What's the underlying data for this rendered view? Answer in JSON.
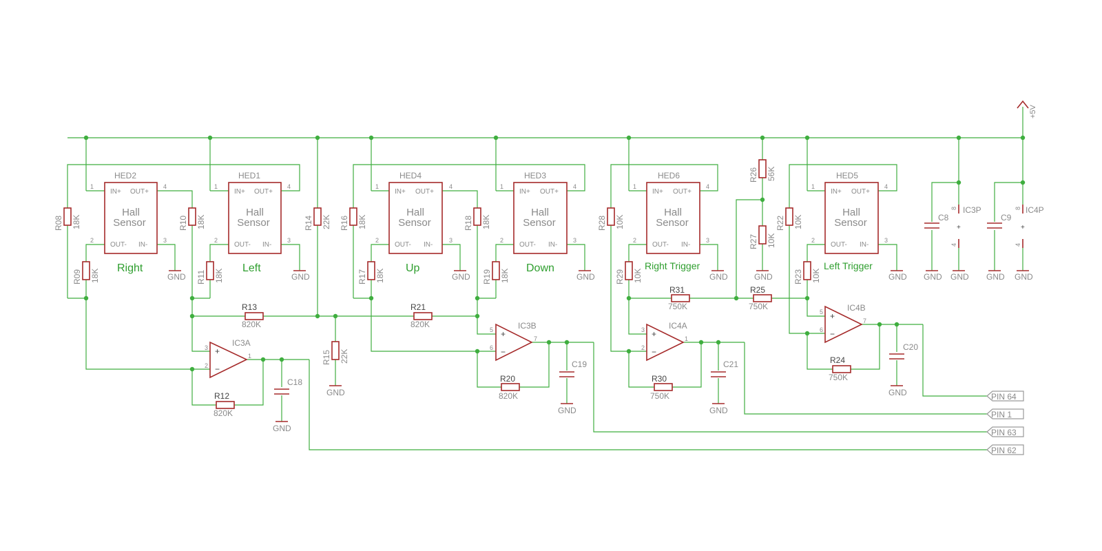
{
  "supply": "+5V",
  "ground": "GND",
  "sensor_text": {
    "line1": "Hall",
    "line2": "Sensor",
    "in_plus": "IN+",
    "out_plus": "OUT+",
    "out_minus": "OUT-",
    "in_minus": "IN-",
    "p1": "1",
    "p2": "2",
    "p3": "3",
    "p4": "4"
  },
  "sensors": [
    {
      "ref": "HED2",
      "label": "Right"
    },
    {
      "ref": "HED1",
      "label": "Left"
    },
    {
      "ref": "HED4",
      "label": "Up"
    },
    {
      "ref": "HED3",
      "label": "Down"
    },
    {
      "ref": "HED6",
      "label": "Right Trigger"
    },
    {
      "ref": "HED5",
      "label": "Left Trigger"
    }
  ],
  "resistors": [
    {
      "ref": "R08",
      "value": "18K"
    },
    {
      "ref": "R09",
      "value": "18K"
    },
    {
      "ref": "R10",
      "value": "18K"
    },
    {
      "ref": "R11",
      "value": "18K"
    },
    {
      "ref": "R14",
      "value": "22K"
    },
    {
      "ref": "R15",
      "value": "22K"
    },
    {
      "ref": "R16",
      "value": "18K"
    },
    {
      "ref": "R17",
      "value": "18K"
    },
    {
      "ref": "R18",
      "value": "18K"
    },
    {
      "ref": "R19",
      "value": "18K"
    },
    {
      "ref": "R28",
      "value": "10K"
    },
    {
      "ref": "R29",
      "value": "10K"
    },
    {
      "ref": "R26",
      "value": "56K"
    },
    {
      "ref": "R27",
      "value": "10K"
    },
    {
      "ref": "R22",
      "value": "10K"
    },
    {
      "ref": "R23",
      "value": "10K"
    },
    {
      "ref": "R13",
      "value": "820K"
    },
    {
      "ref": "R21",
      "value": "820K"
    },
    {
      "ref": "R12",
      "value": "820K"
    },
    {
      "ref": "R20",
      "value": "820K"
    },
    {
      "ref": "R31",
      "value": "750K"
    },
    {
      "ref": "R25",
      "value": "750K"
    },
    {
      "ref": "R30",
      "value": "750K"
    },
    {
      "ref": "R24",
      "value": "750K"
    }
  ],
  "opamps": [
    {
      "ref": "IC3A",
      "pin_a": "3",
      "pin_b": "2",
      "pin_out": "1"
    },
    {
      "ref": "IC3B",
      "pin_a": "5",
      "pin_b": "6",
      "pin_out": "7"
    },
    {
      "ref": "IC4A",
      "pin_a": "3",
      "pin_b": "2",
      "pin_out": "1"
    },
    {
      "ref": "IC4B",
      "pin_a": "5",
      "pin_b": "6",
      "pin_out": "7"
    }
  ],
  "capacitors": [
    "C18",
    "C19",
    "C21",
    "C20",
    "C8",
    "C9"
  ],
  "power_units": [
    {
      "ref": "IC3P",
      "pin_top": "8",
      "pin_bottom": "4"
    },
    {
      "ref": "IC4P",
      "pin_top": "8",
      "pin_bottom": "4"
    }
  ],
  "pins": [
    "PIN 64",
    "PIN 1",
    "PIN 63",
    "PIN 62"
  ]
}
